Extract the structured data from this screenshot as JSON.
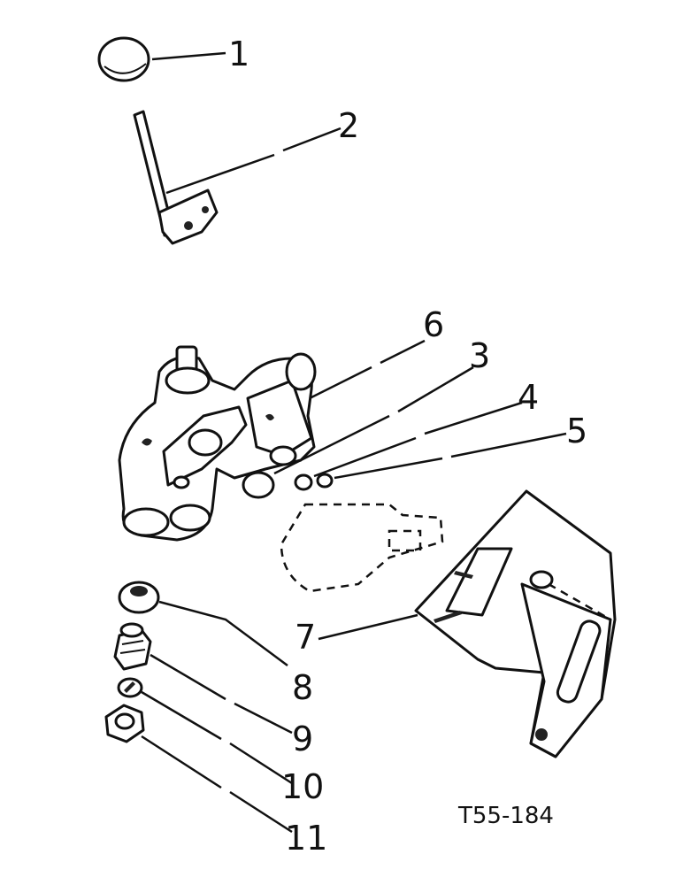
{
  "callouts": {
    "c1": "1",
    "c2": "2",
    "c3": "3",
    "c4": "4",
    "c5": "5",
    "c6": "6",
    "c7": "7",
    "c8": "8",
    "c9": "9",
    "c10": "10",
    "c11": "11"
  },
  "drawing_code": "T55-184"
}
